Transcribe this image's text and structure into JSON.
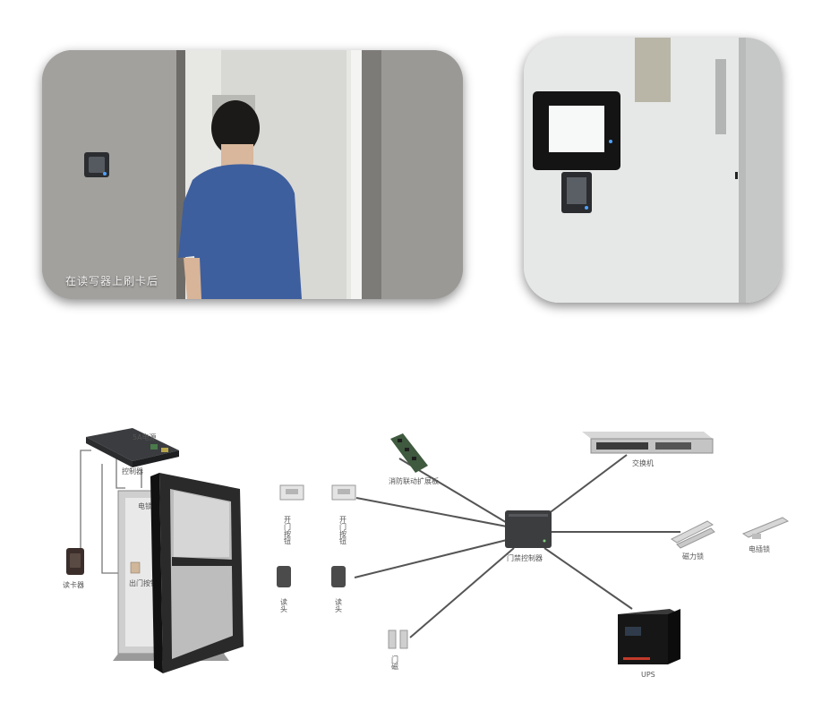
{
  "photo_left": {
    "caption": "在读写器上刷卡后"
  },
  "diagram": {
    "labels": {
      "power_box": "5A电源",
      "controller_box": "控制器",
      "lock": "电锁",
      "card_reader": "读卡器",
      "exit_button": "出门按钮",
      "door_button_1": "开门按钮",
      "door_button_2": "开门按钮",
      "reader_head_1": "读头",
      "reader_head_2": "读头",
      "fire_link": "消防联动扩展板",
      "door_controller": "门禁控制器",
      "switch": "交换机",
      "magnetic_lock": "磁力锁",
      "electric_bolt": "电插锁",
      "door_sensor": "门磁",
      "ups": "UPS"
    }
  }
}
